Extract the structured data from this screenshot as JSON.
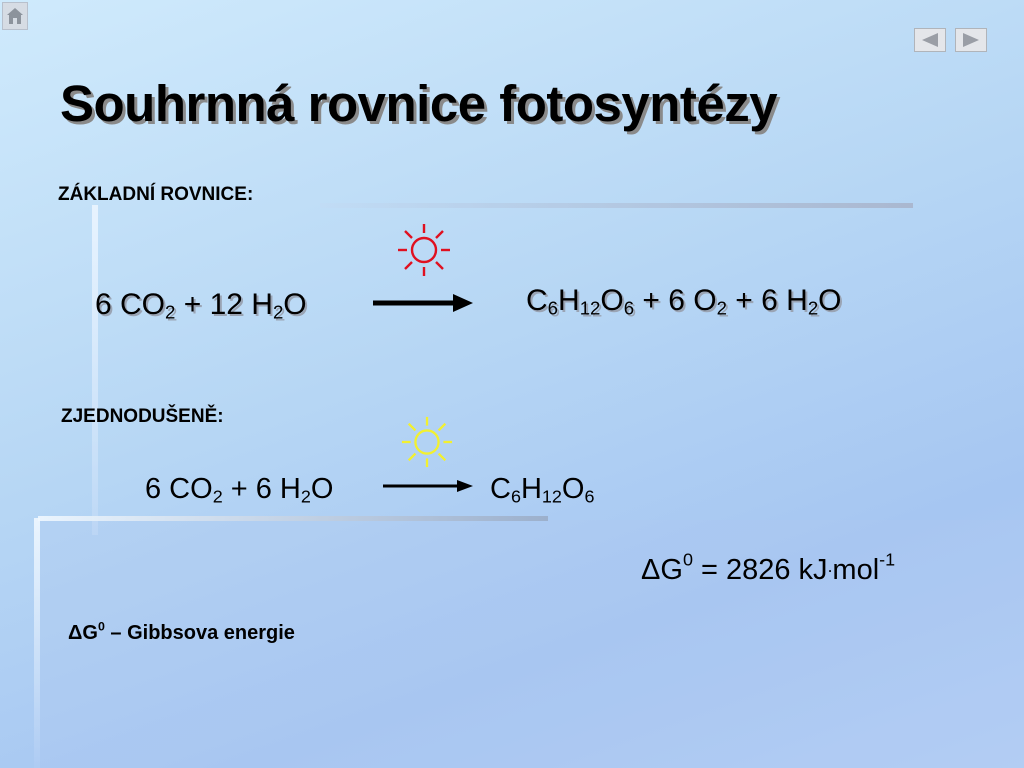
{
  "slide": {
    "title": "Souhrnná rovnice fotosyntézy",
    "section1_label": "ZÁKLADNÍ ROVNICE:",
    "section2_label": "ZJEDNODUŠENĚ:",
    "eq1": {
      "left": [
        "6 CO",
        "2",
        " + 12 H",
        "2",
        "O"
      ],
      "right": [
        "C",
        "6",
        "H",
        "12",
        "O",
        "6",
        " + 6 O",
        "2",
        " + 6 H",
        "2",
        "O"
      ]
    },
    "eq2": {
      "left": [
        "6 CO",
        "2",
        " + 6 H",
        "2",
        "O"
      ],
      "right": [
        "C",
        "6",
        "H",
        "12",
        "O",
        "6"
      ]
    },
    "energy": [
      "ΔG",
      "0",
      " = 2826 kJ",
      ".",
      "mol",
      "-1"
    ],
    "gibbs_note": [
      "ΔG",
      "0",
      " – Gibbsova energie"
    ]
  },
  "icons": {
    "home": "home-icon",
    "prev": "triangle-left-icon",
    "next": "triangle-right-icon",
    "sun1": "sun-icon",
    "sun2": "sun-icon"
  },
  "colors": {
    "sun1": "#e01020",
    "sun2": "#f2f030",
    "title_shadow": "#8a8a8a"
  }
}
